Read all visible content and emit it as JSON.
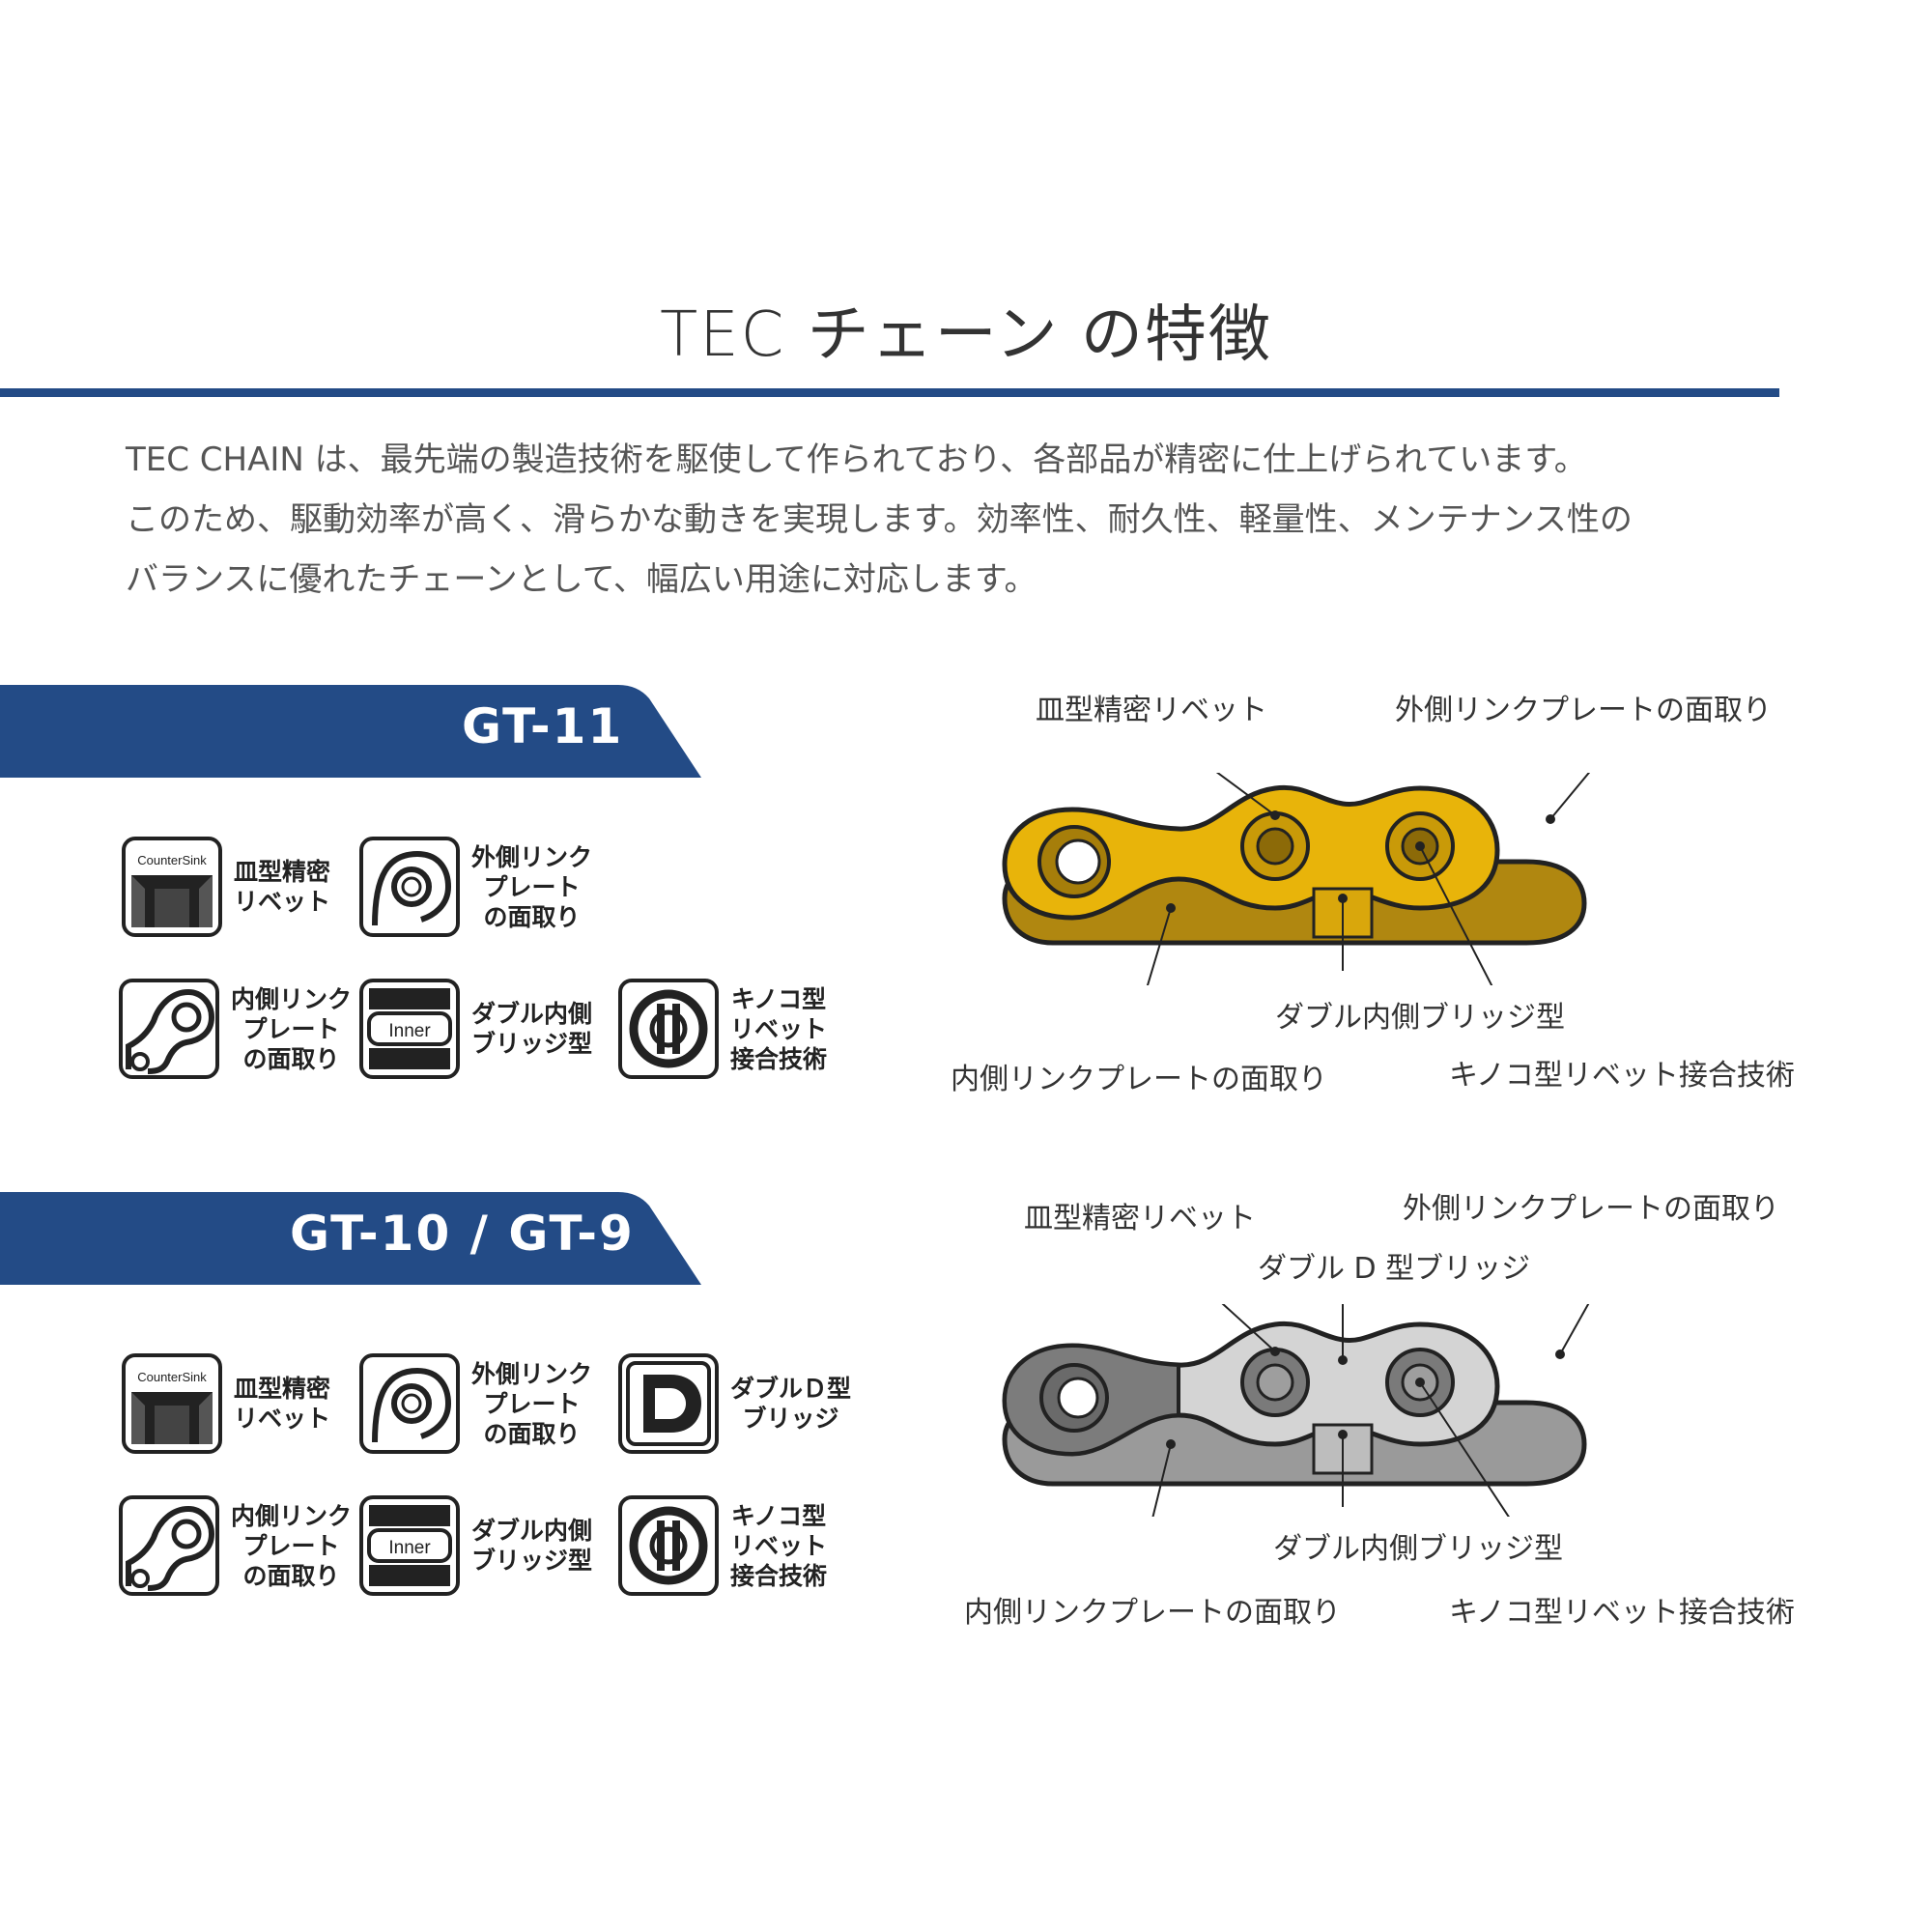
{
  "title": "TEC チェーン の特徴",
  "intro": [
    "TEC CHAIN は、最先端の製造技術を駆使して作られており、各部品が精密に仕上げられています。",
    "このため、駆動効率が高く、滑らかな動きを実現します。効率性、耐久性、軽量性、メンテナンス性の",
    "バランスに優れたチェーンとして、幅広い用途に対応します。"
  ],
  "colors": {
    "band": "#234b86",
    "gold": "#e8b40a",
    "silver": "#c8c8c8"
  },
  "sections": [
    {
      "model": "GT-11",
      "features": [
        {
          "icon": "countersink-rivet-icon",
          "icon_text": "CounterSink",
          "lines": [
            "皿型精密",
            "リベット"
          ]
        },
        {
          "icon": "outer-link-chamfer-icon",
          "lines": [
            "外側リンク",
            "プレート",
            "の面取り"
          ]
        },
        {
          "icon": "inner-link-chamfer-icon",
          "lines": [
            "内側リンク",
            "プレート",
            "の面取り"
          ]
        },
        {
          "icon": "inner-bridge-icon",
          "icon_text": "Inner",
          "lines": [
            "ダブル内側",
            "ブリッジ型"
          ]
        },
        {
          "icon": "mushroom-rivet-icon",
          "lines": [
            "キノコ型",
            "リベット",
            "接合技術"
          ]
        }
      ],
      "callouts": {
        "countersink": "皿型精密リベット",
        "outer_chamfer": "外側リンクプレートの面取り",
        "double_inner_bridge": "ダブル内側ブリッジ型",
        "inner_chamfer": "内側リンクプレートの面取り",
        "mushroom": "キノコ型リベット接合技術"
      }
    },
    {
      "model": "GT-10 / GT-9",
      "features": [
        {
          "icon": "countersink-rivet-icon",
          "icon_text": "CounterSink",
          "lines": [
            "皿型精密",
            "リベット"
          ]
        },
        {
          "icon": "outer-link-chamfer-icon",
          "lines": [
            "外側リンク",
            "プレート",
            "の面取り"
          ]
        },
        {
          "icon": "double-d-bridge-icon",
          "lines": [
            "ダブルＤ型",
            "ブリッジ"
          ]
        },
        {
          "icon": "inner-link-chamfer-icon",
          "lines": [
            "内側リンク",
            "プレート",
            "の面取り"
          ]
        },
        {
          "icon": "inner-bridge-icon",
          "icon_text": "Inner",
          "lines": [
            "ダブル内側",
            "ブリッジ型"
          ]
        },
        {
          "icon": "mushroom-rivet-icon",
          "lines": [
            "キノコ型",
            "リベット",
            "接合技術"
          ]
        }
      ],
      "callouts": {
        "countersink": "皿型精密リベット",
        "outer_chamfer": "外側リンクプレートの面取り",
        "double_d_bridge": "ダブル D 型ブリッジ",
        "double_inner_bridge": "ダブル内側ブリッジ型",
        "inner_chamfer": "内側リンクプレートの面取り",
        "mushroom": "キノコ型リベット接合技術"
      }
    }
  ]
}
